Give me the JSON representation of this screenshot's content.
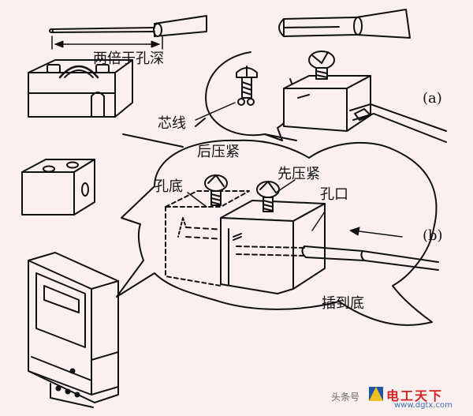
{
  "labels": {
    "double_depth": "两倍于孔深",
    "core_wire": "芯线",
    "press_later": "后压紧",
    "press_first": "先压紧",
    "hole_bottom": "孔底",
    "hole_mouth": "孔口",
    "insert_to_bottom": "插到底",
    "panel_a": "(a)",
    "panel_b": "(b)"
  },
  "watermark": {
    "source": "头条号",
    "brand": "电工天下",
    "site": "www.dgtx.com"
  },
  "colors": {
    "background": "#fbeff0",
    "ink": "#111111",
    "brand_red": "#d62020",
    "brand_blue": "#1c56a8",
    "logo_yellow": "#f0c020"
  }
}
